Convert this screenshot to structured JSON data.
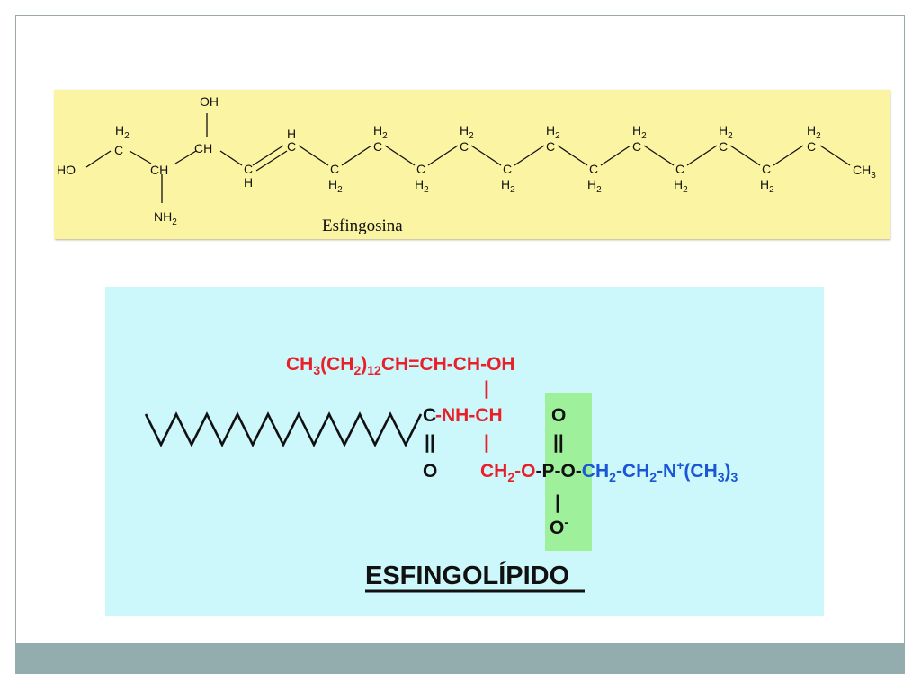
{
  "sphingosine": {
    "OH_top": "OH",
    "HO_left": "HO",
    "C": "C",
    "CH": "CH",
    "H": "H",
    "H2": "H2",
    "NH2": "NH2",
    "CH3": "CH3",
    "caption": "Esfingosina"
  },
  "sphingolipid": {
    "red_top": {
      "a": "CH",
      "b": "3",
      "c": "(CH",
      "d": "2",
      "e": ")",
      "f": "12",
      "g": "CH=CH-CH-OH"
    },
    "mid_C": "C",
    "mid_NH_CH": "-NH-CH",
    "carbonyl_O": "O",
    "phos_O_top": "O",
    "ch2o": {
      "a": "CH",
      "b": "2",
      "c": "-O"
    },
    "phos_P": "-P-",
    "phos_O_right": "O-",
    "choline": {
      "a": "CH",
      "b": "2",
      "c": "-CH",
      "d": "2",
      "e": "-N",
      "f": "+",
      "g": "(CH",
      "h": "3",
      "i": ")",
      "j": "3"
    },
    "phos_Ominus": {
      "a": "O",
      "b": "-"
    },
    "bond_vert": "|",
    "bond_dbl": "||",
    "title": "ESFINGOLÍPIDO"
  },
  "colors": {
    "panel_top_bg": "#fbf4a3",
    "panel_bottom_bg": "#ccf7fb",
    "phosphate_highlight": "#9ef09a",
    "red_text": "#e8202a",
    "blue_text": "#1a56d6",
    "footer_bar": "#93acae"
  }
}
